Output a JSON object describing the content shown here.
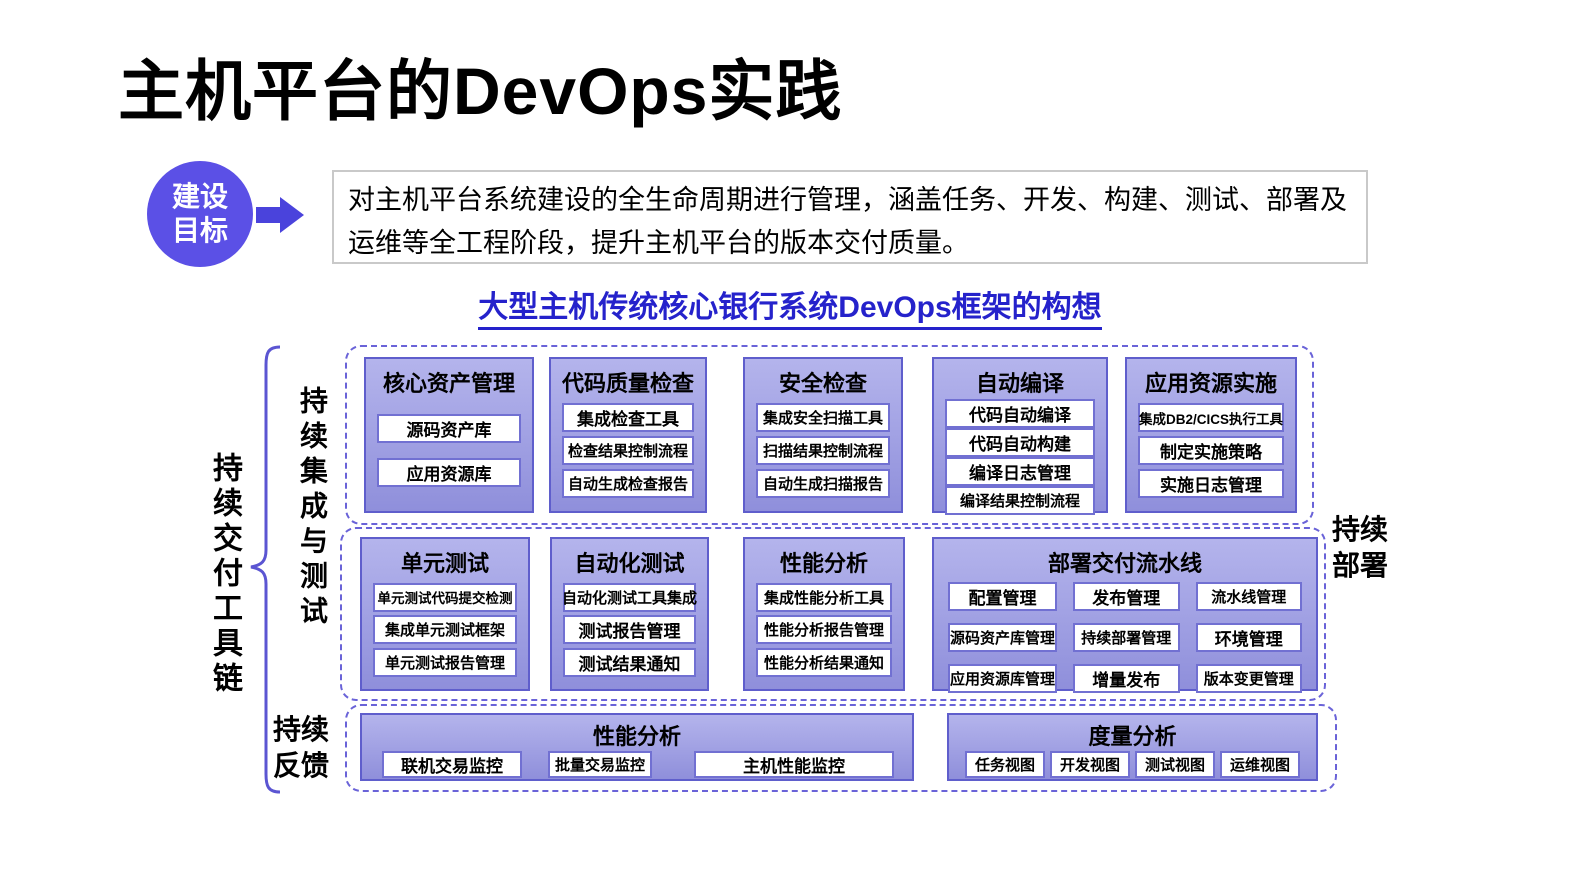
{
  "title": "主机平台的DevOps实践",
  "goal": {
    "badge_lines": [
      "建设",
      "目标"
    ],
    "description": "对主机平台系统建设的全生命周期进行管理，涵盖任务、开发、构建、测试、部署及运维等全工程阶段，提升主机平台的版本交付质量。"
  },
  "framework_title": "大型主机传统核心银行系统DevOps框架的构想",
  "side_labels": {
    "toolchain": "持续交付工具链",
    "ci_test": "持续集成与测试",
    "feedback": "持续反馈",
    "deploy": "持续部署"
  },
  "groups": [
    {
      "boxes": [
        {
          "title": "核心资产管理",
          "items": [
            "源码资产库",
            "应用资源库"
          ]
        },
        {
          "title": "代码质量检查",
          "items": [
            "集成检查工具",
            "检查结果控制流程",
            "自动生成检查报告"
          ]
        },
        {
          "title": "安全检查",
          "items": [
            "集成安全扫描工具",
            "扫描结果控制流程",
            "自动生成扫描报告"
          ]
        },
        {
          "title": "自动编译",
          "items": [
            "代码自动编译",
            "代码自动构建",
            "编译日志管理",
            "编译结果控制流程"
          ]
        },
        {
          "title": "应用资源实施",
          "items": [
            "集成DB2/CICS执行工具",
            "制定实施策略",
            "实施日志管理"
          ]
        }
      ]
    },
    {
      "boxes": [
        {
          "title": "单元测试",
          "items": [
            "单元测试代码提交检测",
            "集成单元测试框架",
            "单元测试报告管理"
          ]
        },
        {
          "title": "自动化测试",
          "items": [
            "自动化测试工具集成",
            "测试报告管理",
            "测试结果通知"
          ]
        },
        {
          "title": "性能分析",
          "items": [
            "集成性能分析工具",
            "性能分析报告管理",
            "性能分析结果通知"
          ]
        },
        {
          "title": "部署交付流水线",
          "items": [
            "配置管理",
            "发布管理",
            "流水线管理",
            "源码资产库管理",
            "持续部署管理",
            "环境管理",
            "应用资源库管理",
            "增量发布",
            "版本变更管理"
          ]
        }
      ]
    },
    {
      "boxes": [
        {
          "title": "性能分析",
          "items": [
            "联机交易监控",
            "批量交易监控",
            "主机性能监控"
          ]
        },
        {
          "title": "度量分析",
          "items": [
            "任务视图",
            "开发视图",
            "测试视图",
            "运维视图"
          ]
        }
      ]
    }
  ],
  "colors": {
    "accent": "#5b50e6",
    "heading": "#2522cb",
    "dash": "#6a63d8",
    "boxborder": "#5f5ecc",
    "fill1": "#b4b4ec",
    "fill2": "#8f8fdb"
  }
}
